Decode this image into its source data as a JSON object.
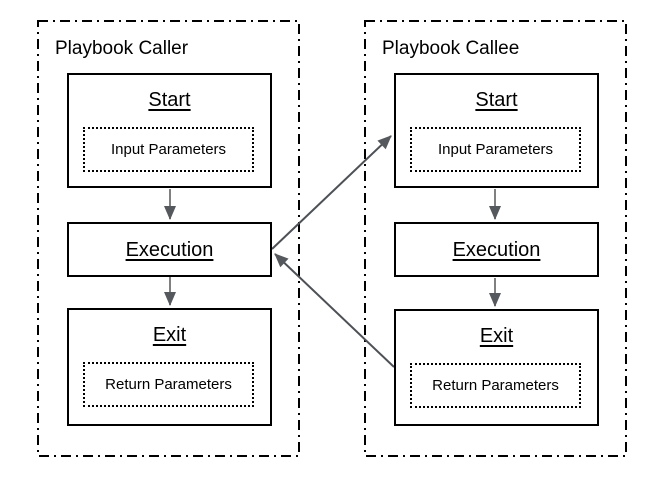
{
  "colors": {
    "background": "#ffffff",
    "box_border": "#000000",
    "text": "#000000",
    "arrow_stem": "#808080",
    "arrow_diagonal": "#4d5156",
    "arrowhead": "#55585c"
  },
  "panels": [
    {
      "label": "Playbook Caller",
      "nodes": [
        {
          "title": "Start",
          "param": "Input Parameters"
        },
        {
          "title": "Execution"
        },
        {
          "title": "Exit",
          "param": "Return Parameters"
        }
      ]
    },
    {
      "label": "Playbook Callee",
      "nodes": [
        {
          "title": "Start",
          "param": "Input Parameters"
        },
        {
          "title": "Execution"
        },
        {
          "title": "Exit",
          "param": "Return Parameters"
        }
      ]
    }
  ]
}
